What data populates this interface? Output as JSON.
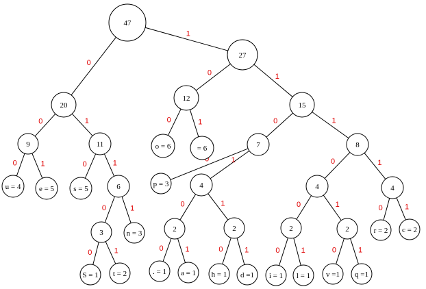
{
  "colors": {
    "edge_label": "#e00000",
    "stroke": "#000000",
    "background": "#ffffff"
  },
  "nodes": [
    {
      "id": "n47",
      "label": "47"
    },
    {
      "id": "n20",
      "label": "20"
    },
    {
      "id": "n27",
      "label": "27"
    },
    {
      "id": "n9",
      "label": "9"
    },
    {
      "id": "n11",
      "label": "11"
    },
    {
      "id": "n12",
      "label": "12"
    },
    {
      "id": "n15",
      "label": "15"
    },
    {
      "id": "u",
      "label": "u = 4"
    },
    {
      "id": "e",
      "label": "e = 5"
    },
    {
      "id": "s",
      "label": "s = 5"
    },
    {
      "id": "n6",
      "label": "6"
    },
    {
      "id": "o",
      "label": "o = 6"
    },
    {
      "id": "sp",
      "label": "= 6"
    },
    {
      "id": "n7",
      "label": "7"
    },
    {
      "id": "n8",
      "label": "8"
    },
    {
      "id": "n3",
      "label": "3"
    },
    {
      "id": "nn",
      "label": "n = 3"
    },
    {
      "id": "p",
      "label": "p = 3"
    },
    {
      "id": "n4a",
      "label": "4"
    },
    {
      "id": "n4b",
      "label": "4"
    },
    {
      "id": "n4c",
      "label": "4"
    },
    {
      "id": "S",
      "label": "S = 1"
    },
    {
      "id": "t",
      "label": "t = 2"
    },
    {
      "id": "n2a",
      "label": "2"
    },
    {
      "id": "n2b",
      "label": "2"
    },
    {
      "id": "n2c",
      "label": "2"
    },
    {
      "id": "n2d",
      "label": "2"
    },
    {
      "id": "r",
      "label": "r = 2"
    },
    {
      "id": "c",
      "label": "c = 2"
    },
    {
      "id": "dot",
      "label": ". = 1"
    },
    {
      "id": "a",
      "label": "a = 1"
    },
    {
      "id": "h",
      "label": "h = 1"
    },
    {
      "id": "d",
      "label": "d =1"
    },
    {
      "id": "i",
      "label": "i = 1"
    },
    {
      "id": "l",
      "label": "l = 1"
    },
    {
      "id": "v",
      "label": "v =1"
    },
    {
      "id": "q",
      "label": "q =1"
    }
  ],
  "edges": [
    {
      "from": "n47",
      "to": "n20",
      "label": "0"
    },
    {
      "from": "n47",
      "to": "n27",
      "label": "1"
    },
    {
      "from": "n20",
      "to": "n9",
      "label": "0"
    },
    {
      "from": "n20",
      "to": "n11",
      "label": "1"
    },
    {
      "from": "n27",
      "to": "n12",
      "label": "0"
    },
    {
      "from": "n27",
      "to": "n15",
      "label": "1"
    },
    {
      "from": "n9",
      "to": "u",
      "label": "0"
    },
    {
      "from": "n9",
      "to": "e",
      "label": "1"
    },
    {
      "from": "n11",
      "to": "s",
      "label": "0"
    },
    {
      "from": "n11",
      "to": "n6",
      "label": "1"
    },
    {
      "from": "n12",
      "to": "o",
      "label": "0"
    },
    {
      "from": "n12",
      "to": "sp",
      "label": "1"
    },
    {
      "from": "n15",
      "to": "n7",
      "label": "0"
    },
    {
      "from": "n15",
      "to": "n8",
      "label": "1"
    },
    {
      "from": "n6",
      "to": "n3",
      "label": "0"
    },
    {
      "from": "n6",
      "to": "nn",
      "label": "1"
    },
    {
      "from": "n7",
      "to": "p",
      "label": "0"
    },
    {
      "from": "n7",
      "to": "n4a",
      "label": "1"
    },
    {
      "from": "n8",
      "to": "n4b",
      "label": "0"
    },
    {
      "from": "n8",
      "to": "n4c",
      "label": "1"
    },
    {
      "from": "n3",
      "to": "S",
      "label": "0"
    },
    {
      "from": "n3",
      "to": "t",
      "label": "1"
    },
    {
      "from": "n4a",
      "to": "n2a",
      "label": "0"
    },
    {
      "from": "n4a",
      "to": "n2b",
      "label": "1"
    },
    {
      "from": "n4b",
      "to": "n2c",
      "label": "0"
    },
    {
      "from": "n4b",
      "to": "n2d",
      "label": "1"
    },
    {
      "from": "n4c",
      "to": "r",
      "label": "0"
    },
    {
      "from": "n4c",
      "to": "c",
      "label": "1"
    },
    {
      "from": "n2a",
      "to": "dot",
      "label": "0"
    },
    {
      "from": "n2a",
      "to": "a",
      "label": "1"
    },
    {
      "from": "n2b",
      "to": "h",
      "label": "0"
    },
    {
      "from": "n2b",
      "to": "d",
      "label": "1"
    },
    {
      "from": "n2c",
      "to": "i",
      "label": "0"
    },
    {
      "from": "n2c",
      "to": "l",
      "label": "1"
    },
    {
      "from": "n2d",
      "to": "v",
      "label": "0"
    },
    {
      "from": "n2d",
      "to": "q",
      "label": "1"
    }
  ]
}
